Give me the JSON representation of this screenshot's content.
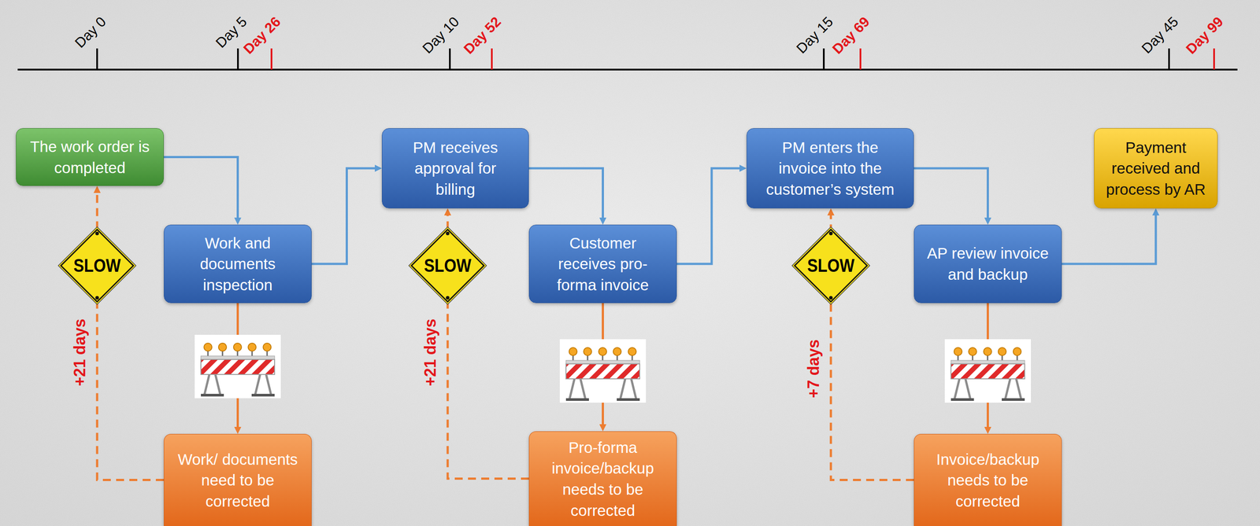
{
  "diagram": {
    "nodes": [
      {
        "text": [
          "The work order is completed"
        ]
      },
      {
        "text": [
          "Work and documents inspection"
        ]
      },
      {
        "text": [
          "Work/ documents need to be corrected"
        ]
      },
      {
        "text": [
          "PM receives approval for billing"
        ]
      },
      {
        "text": [
          "Customer receives pro-forma invoice"
        ]
      },
      {
        "text": [
          "Pro-forma invoice/backup needs to be corrected"
        ]
      },
      {
        "text": [
          "PM enters the invoice into the customer’s system"
        ]
      },
      {
        "text": [
          "AP review invoice and backup"
        ]
      },
      {
        "text": [
          "Invoice/backup needs to be corrected"
        ]
      },
      {
        "text": [
          "Payment received and process by AR"
        ]
      }
    ],
    "edges": [
      {
        "from": 0,
        "to": 1,
        "arrow": "to"
      },
      {
        "from": 1,
        "to": 3,
        "arrow": "to"
      },
      {
        "from": 3,
        "to": 4,
        "arrow": "to"
      },
      {
        "from": 4,
        "to": 6,
        "arrow": "to"
      },
      {
        "from": 6,
        "to": 7,
        "arrow": "to"
      },
      {
        "from": 7,
        "to": 9,
        "arrow": "to"
      },
      {
        "from": 1,
        "to": 2,
        "arrow": "to"
      },
      {
        "from": 2,
        "to": 0,
        "label": "+21 days",
        "arrow": "to"
      },
      {
        "from": 4,
        "to": 5,
        "arrow": "to"
      },
      {
        "from": 5,
        "to": 3,
        "label": "+21 days",
        "arrow": "to"
      },
      {
        "from": 7,
        "to": 8,
        "arrow": "to"
      },
      {
        "from": 8,
        "to": 6,
        "label": "+7 days",
        "arrow": "to"
      }
    ],
    "labels": [
      "Day 0",
      "Day 5",
      "Day 26",
      "Day 10",
      "Day 52",
      "Day 15",
      "Day 69",
      "Day 45",
      "Day 99",
      "SLOW",
      "SLOW",
      "SLOW"
    ]
  }
}
